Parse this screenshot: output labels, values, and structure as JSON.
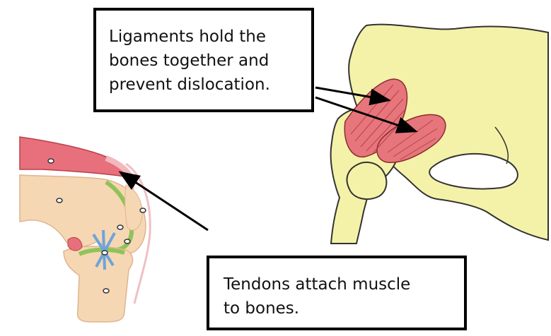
{
  "ligament_callout": {
    "lines": [
      "Ligaments hold the",
      "bones together and",
      "prevent dislocation."
    ]
  },
  "tendon_callout": {
    "lines": [
      "Tendons attach muscle",
      "to bones."
    ]
  },
  "colors": {
    "bone_yellow": "#f4f2a8",
    "bone_peach": "#f6d7b3",
    "muscle_red": "#e8707c",
    "ligament_red": "#e6767c",
    "cartilage_green": "#8fc35a",
    "ligament_blue": "#6fa4d8",
    "outline": "#000000"
  }
}
